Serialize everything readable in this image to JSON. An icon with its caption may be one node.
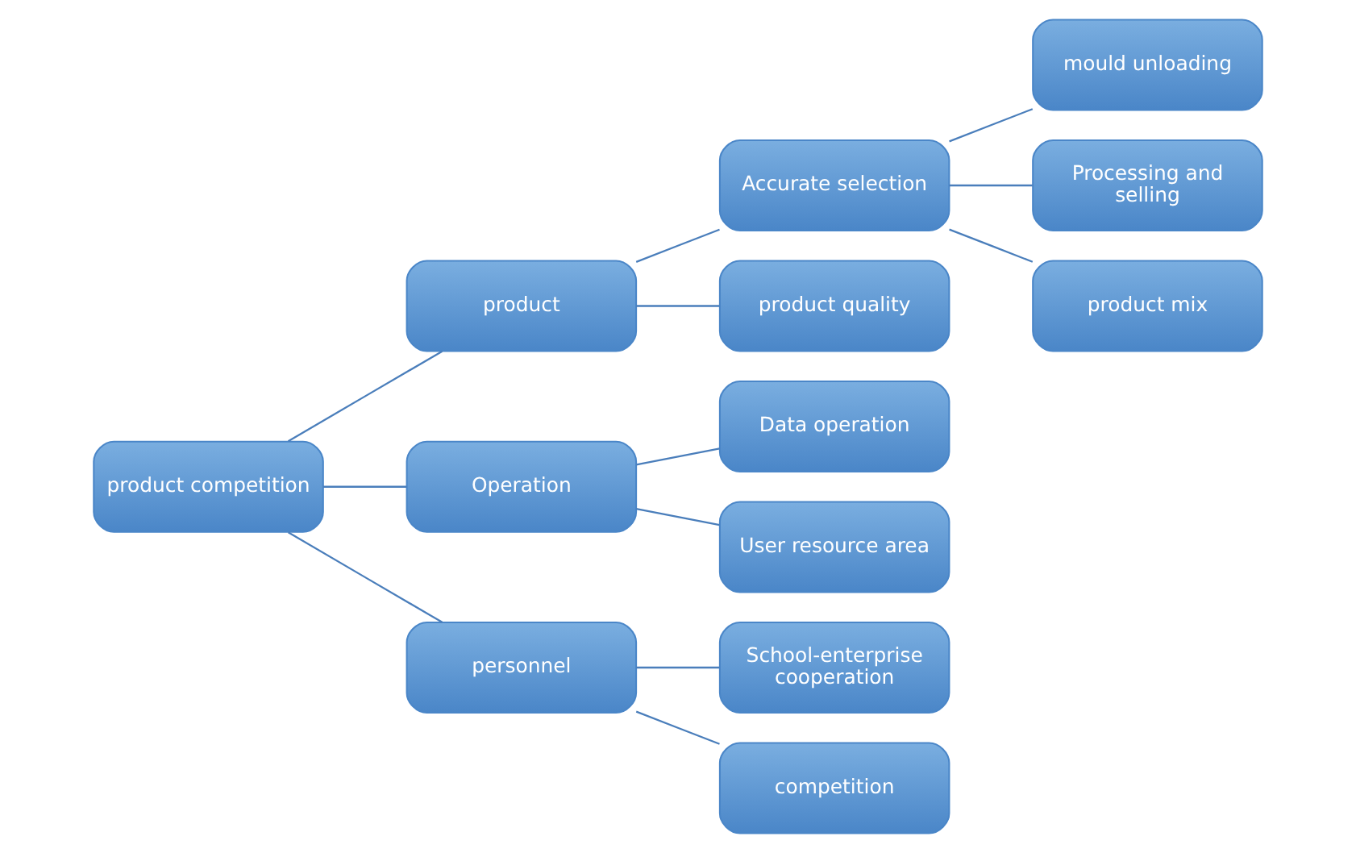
{
  "diagram": {
    "nodes": [
      {
        "text": [
          "product competition"
        ]
      },
      {
        "text": [
          "product"
        ]
      },
      {
        "text": [
          "Operation"
        ]
      },
      {
        "text": [
          "personnel"
        ]
      },
      {
        "text": [
          "Accurate selection"
        ]
      },
      {
        "text": [
          "product quality"
        ]
      },
      {
        "text": [
          "mould unloading"
        ]
      },
      {
        "text": [
          "Processing and selling"
        ]
      },
      {
        "text": [
          "product mix"
        ]
      },
      {
        "text": [
          "Data operation"
        ]
      },
      {
        "text": [
          "User resource area"
        ]
      },
      {
        "text": [
          "School-enterprise cooperation"
        ]
      },
      {
        "text": [
          "competition"
        ]
      }
    ],
    "edges": [
      {
        "from": 0,
        "to": 1,
        "arrow": "none"
      },
      {
        "from": 0,
        "to": 2,
        "arrow": "none"
      },
      {
        "from": 0,
        "to": 3,
        "arrow": "none"
      },
      {
        "from": 1,
        "to": 4,
        "arrow": "none"
      },
      {
        "from": 1,
        "to": 5,
        "arrow": "none"
      },
      {
        "from": 4,
        "to": 6,
        "arrow": "none"
      },
      {
        "from": 4,
        "to": 7,
        "arrow": "none"
      },
      {
        "from": 4,
        "to": 8,
        "arrow": "none"
      },
      {
        "from": 2,
        "to": 9,
        "arrow": "none"
      },
      {
        "from": 2,
        "to": 10,
        "arrow": "none"
      },
      {
        "from": 3,
        "to": 11,
        "arrow": "none"
      },
      {
        "from": 3,
        "to": 12,
        "arrow": "none"
      }
    ]
  }
}
